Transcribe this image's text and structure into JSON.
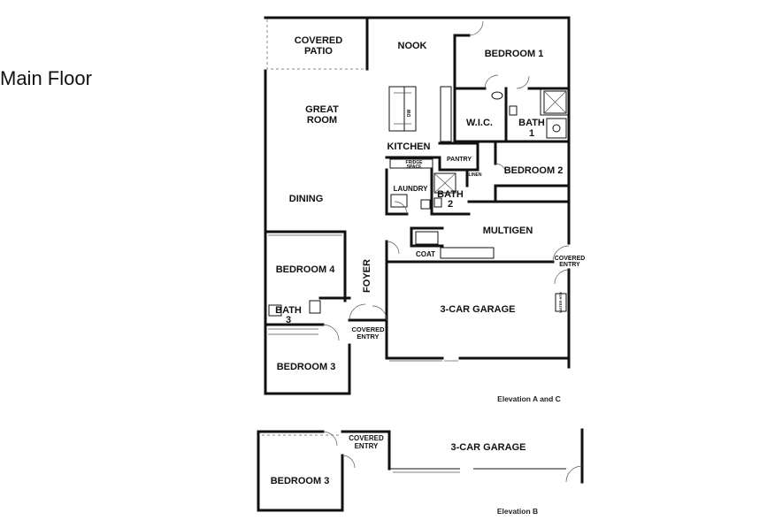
{
  "floor_title": "Main Floor",
  "rooms": {
    "covered_patio_top": "COVERED",
    "covered_patio_bottom": "PATIO",
    "nook": "NOOK",
    "bedroom1": "BEDROOM 1",
    "great_room_top": "GREAT",
    "great_room_bottom": "ROOM",
    "wic": "W.I.C.",
    "bath1_top": "BATH",
    "bath1_bottom": "1",
    "kitchen": "KITCHEN",
    "pantry": "PANTRY",
    "fridge_top": "FRIDGE",
    "fridge_bottom": "SPACE",
    "bedroom2": "BEDROOM 2",
    "dining": "DINING",
    "laundry": "LAUNDRY",
    "linen": "LINEN",
    "bath2_top": "BATH",
    "bath2_bottom": "2",
    "multigen": "MULTIGEN",
    "bedroom4": "BEDROOM 4",
    "foyer": "FOYER",
    "coat": "COAT",
    "covered_entry_top": "COVERED",
    "covered_entry_bottom": "ENTRY",
    "bath3_top": "BATH",
    "bath3_bottom": "3",
    "garage": "3-CAR GARAGE",
    "bedroom3": "BEDROOM 3",
    "dw": "DW",
    "wh": "WATER HTR"
  },
  "captions": {
    "elevation_ac": "Elevation A and C",
    "elevation_b": "Elevation B"
  },
  "alt_plan": {
    "bedroom3": "BEDROOM 3",
    "covered_entry_top": "COVERED",
    "covered_entry_bottom": "ENTRY",
    "garage": "3-CAR GARAGE"
  }
}
